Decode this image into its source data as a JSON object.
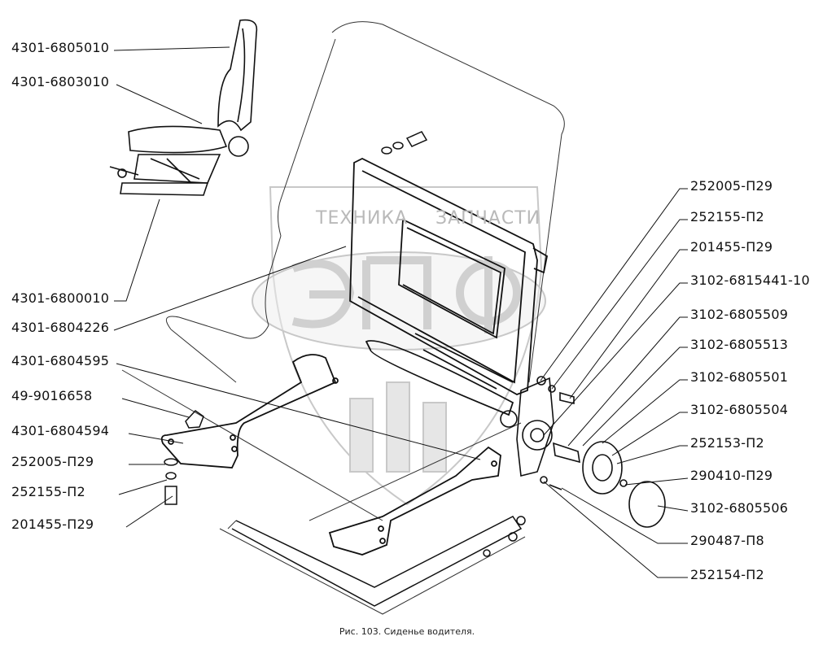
{
  "caption": "Рис. 103. Сиденье водителя.",
  "watermark": {
    "left_word": "ТЕХНИКА",
    "right_word": "ЗАПЧАСТИ",
    "logo": "ЭПФ"
  },
  "labels_left": [
    "4301-6805010",
    "4301-6803010",
    "4301-6800010",
    "4301-6804226",
    "4301-6804595",
    "49-9016658",
    "4301-6804594",
    "252005-П29",
    "252155-П2",
    "201455-П29"
  ],
  "labels_right": [
    "252005-П29",
    "252155-П2",
    "201455-П29",
    "3102-6815441-10",
    "3102-6805509",
    "3102-6805513",
    "3102-6805501",
    "3102-6805504",
    "252153-П2",
    "290410-П29",
    "3102-6805506",
    "290487-П8",
    "252154-П2"
  ]
}
